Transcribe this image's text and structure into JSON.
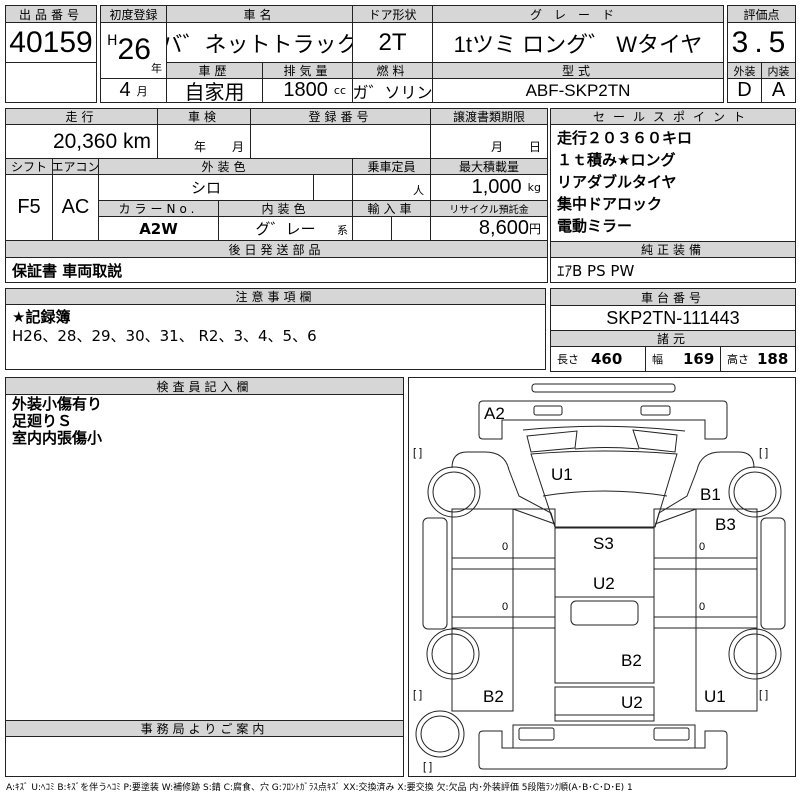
{
  "lot": {
    "label": "出品番号",
    "value": "40159"
  },
  "first_reg": {
    "label": "初度登録",
    "era": "H",
    "year": "26",
    "year_unit": "年",
    "month": "4",
    "month_unit": "月"
  },
  "car_name": {
    "label": "車名",
    "value": "バ゛ネットトラック"
  },
  "door": {
    "label": "ドア形状",
    "value": "2T"
  },
  "grade": {
    "label": "グレード",
    "value": "1tツミ ロング゛ Wタイヤ"
  },
  "history": {
    "label": "車歴",
    "value": "自家用"
  },
  "displacement": {
    "label": "排気量",
    "value": "1800",
    "unit": "cc"
  },
  "fuel": {
    "label": "燃料",
    "value": "ガ゛ソリン"
  },
  "model": {
    "label": "型式",
    "value": "ABF-SKP2TN"
  },
  "score": {
    "label": "評価点",
    "value": "3.5",
    "ext_label": "外装",
    "int_label": "内装",
    "ext": "D",
    "int": "A"
  },
  "mileage": {
    "label": "走行",
    "value": "20,360 km"
  },
  "inspection": {
    "label": "車検",
    "year_unit": "年",
    "month_unit": "月"
  },
  "reg_number": {
    "label": "登録番号"
  },
  "transfer": {
    "label": "譲渡書類期限",
    "month_unit": "月",
    "day_unit": "日"
  },
  "shift": {
    "label": "シフト",
    "value": "F5"
  },
  "ac": {
    "label": "エアコン",
    "value": "AC"
  },
  "ext_color": {
    "label": "外装色",
    "value": "シロ"
  },
  "capacity": {
    "label": "乗車定員",
    "unit": "人"
  },
  "max_load": {
    "label": "最大積載量",
    "value": "1,000",
    "unit": "kg"
  },
  "color_no": {
    "label": "カラーNo.",
    "value": "A2W"
  },
  "int_color": {
    "label": "内装色",
    "value": "グ゛レー",
    "unit": "系"
  },
  "import": {
    "label": "輸入車"
  },
  "recycle": {
    "label": "リサイクル預託金",
    "value": "8,600",
    "unit": "円"
  },
  "later_parts": {
    "label": "後日発送部品",
    "value": "保証書 車両取説"
  },
  "sales_points": {
    "label": "セールスポイント",
    "items": [
      "走行２０３６０キロ",
      "１ｔ積み★ロング",
      "リアダブルタイヤ",
      "集中ドアロック",
      "電動ミラー"
    ]
  },
  "equipment": {
    "label": "純正装備",
    "value": "ｴｱB PS PW"
  },
  "chassis": {
    "label": "車台番号",
    "value": "SKP2TN-111443"
  },
  "specs": {
    "label": "諸元",
    "length_label": "長さ",
    "length": "460",
    "width_label": "幅",
    "width": "169",
    "height_label": "高さ",
    "height": "188"
  },
  "notes": {
    "label": "注意事項欄",
    "lines": [
      "★記録簿",
      "H26、28、29、30、31、 R2、3、4、5、6"
    ]
  },
  "inspector": {
    "label": "検査員記入欄",
    "lines": [
      "外装小傷有り",
      "足廻りＳ",
      "室内内張傷小"
    ]
  },
  "office": {
    "label": "事務局よりご案内"
  },
  "diagram": {
    "marks": [
      "A2",
      "U1",
      "B1",
      "B3",
      "S3",
      "U2",
      "B2",
      "U2",
      "B2",
      "U1"
    ],
    "zero": "0",
    "bracket": "[    ]"
  },
  "legend": "A:ｷｽﾞ U:ﾍｺﾐ B:ｷｽﾞを伴うﾍｺﾐ P:要塗装 W:補修跡 S:錆 C:腐食、穴 G:ﾌﾛﾝﾄｶﾞﾗｽ点ｷｽﾞ XX:交換済み X:要交換 欠:欠品 内･外装評価 5段階ﾗﾝｸ順(A･B･C･D･E) 1"
}
